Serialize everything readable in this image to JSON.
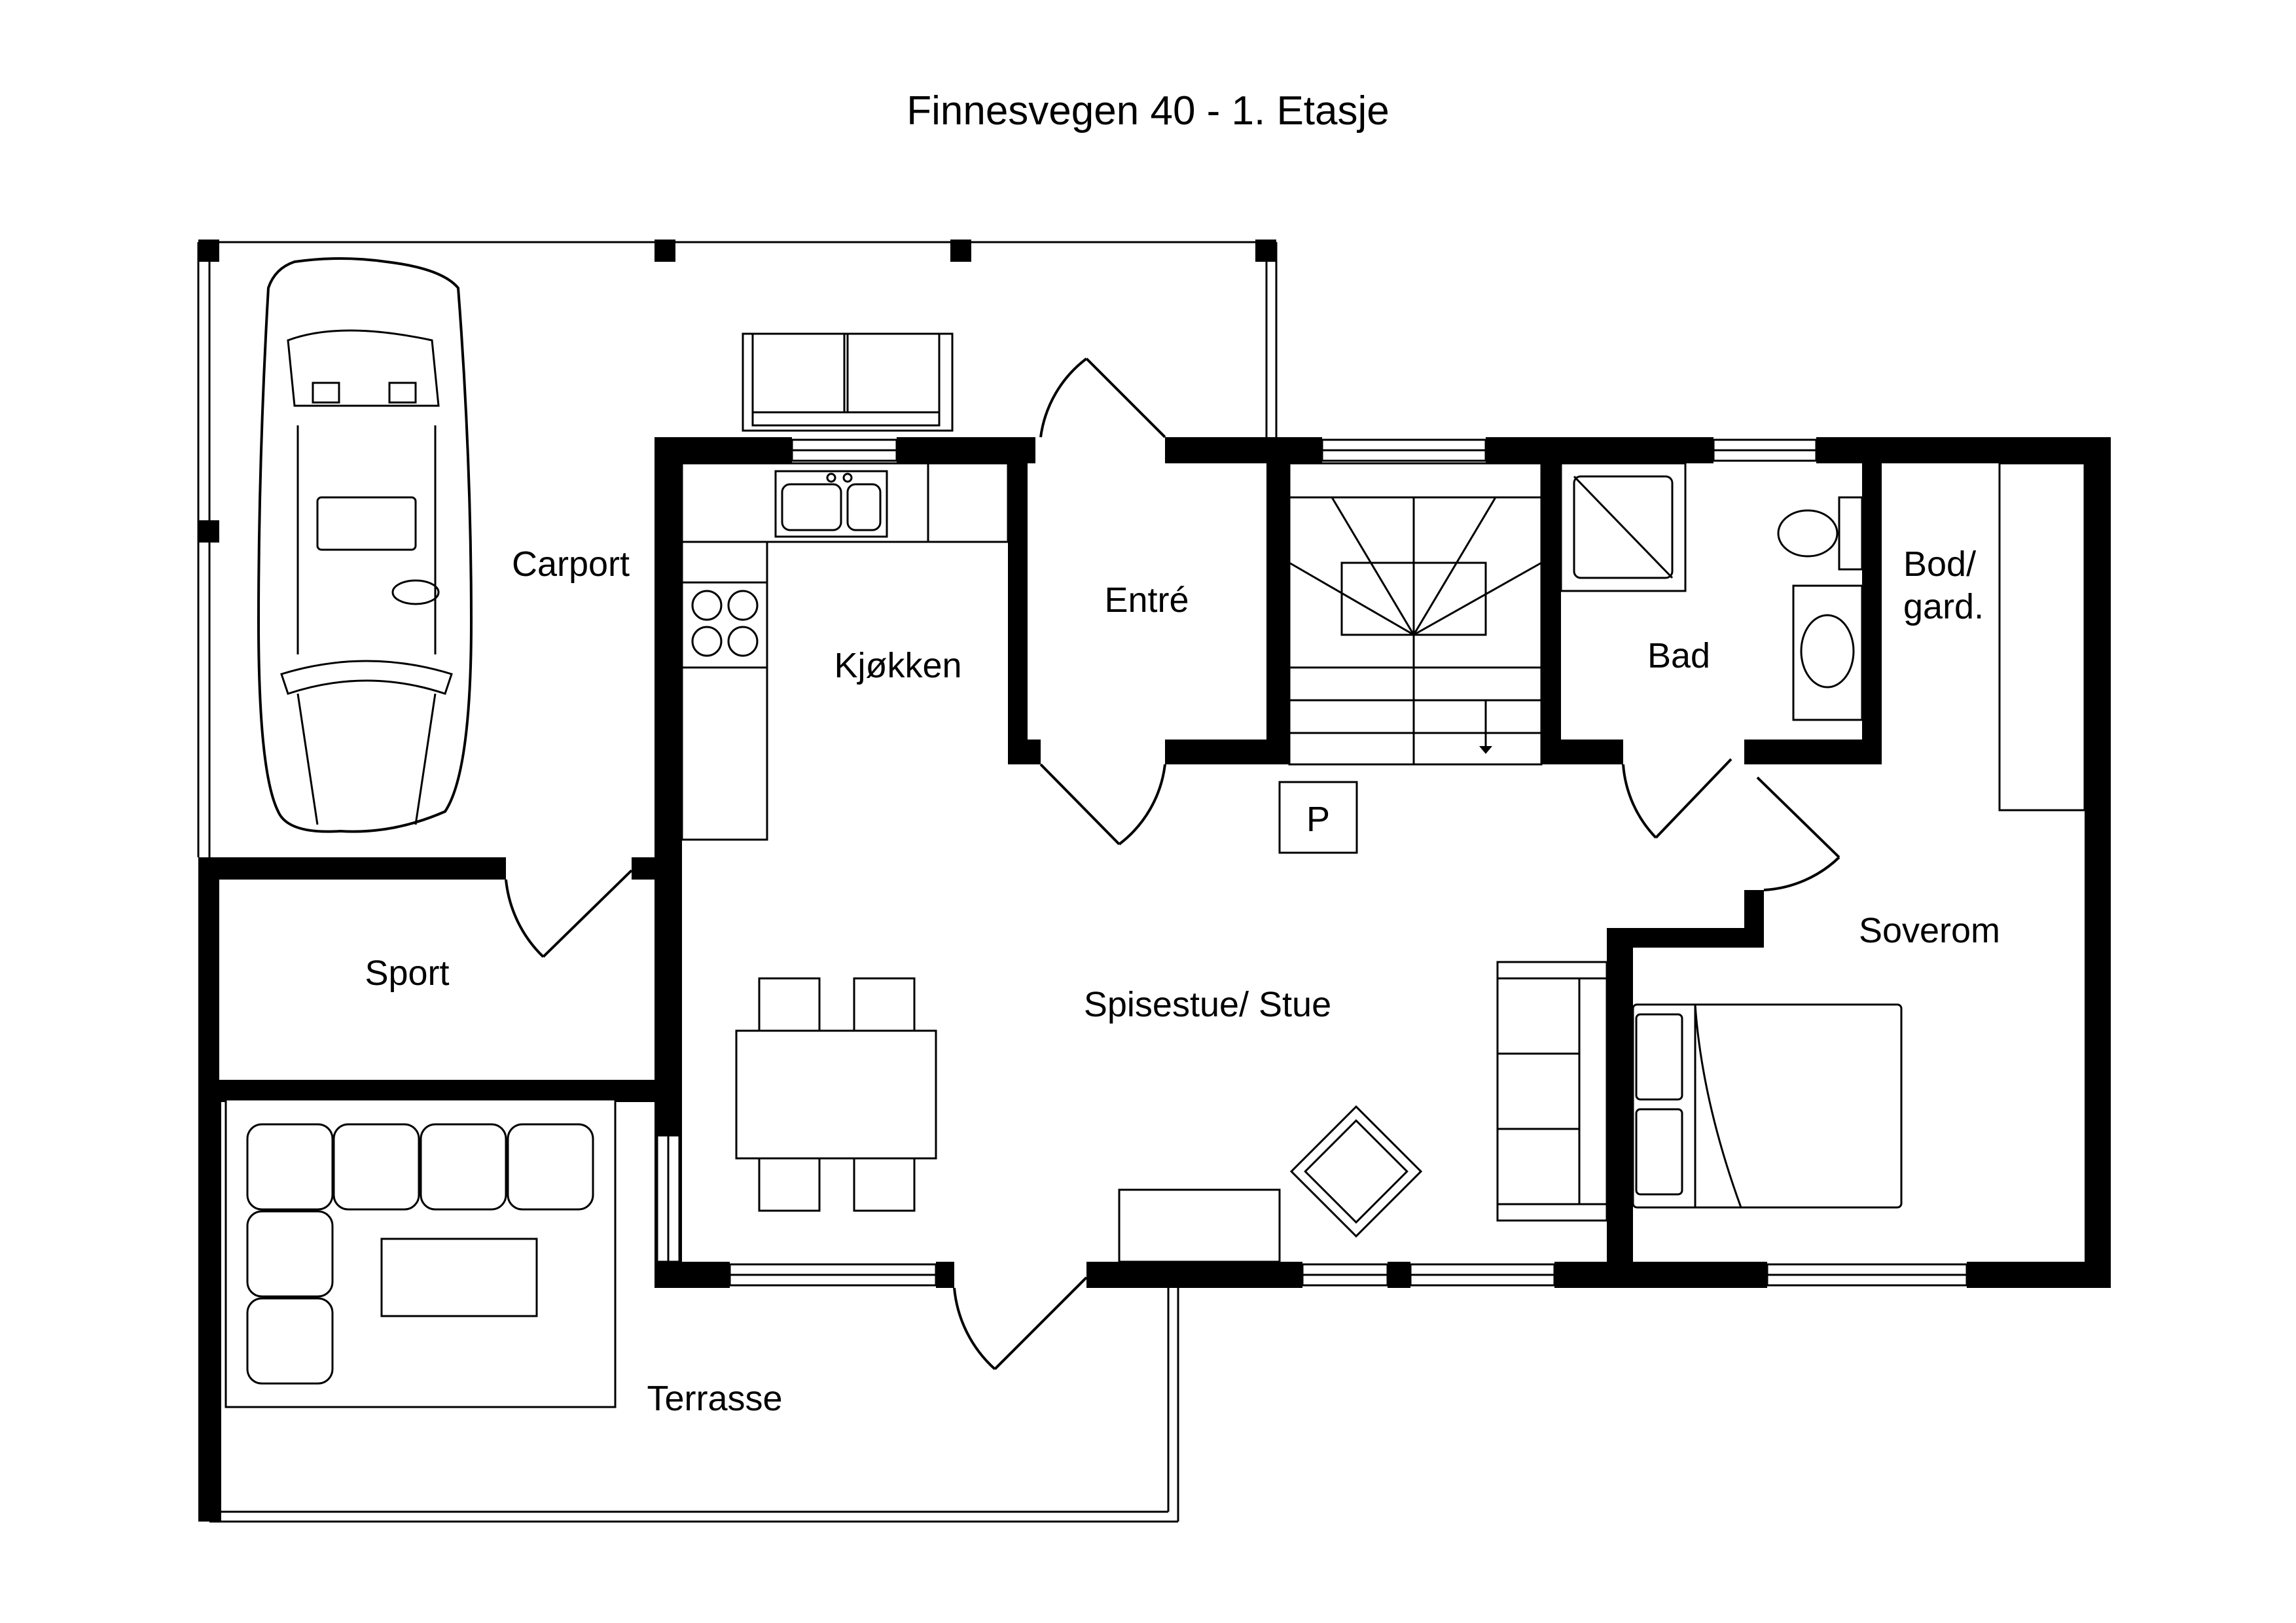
{
  "title": "Finnesvegen 40 - 1. Etasje",
  "rooms": {
    "carport": "Carport",
    "kitchen": "Kjøkken",
    "entry": "Entré",
    "bath": "Bad",
    "storage_line1": "Bod/",
    "storage_line2": "gard.",
    "sport": "Sport",
    "living": "Spisestue/ Stue",
    "bedroom": "Soverom",
    "terrace": "Terrasse"
  },
  "markers": {
    "parking": "P"
  }
}
